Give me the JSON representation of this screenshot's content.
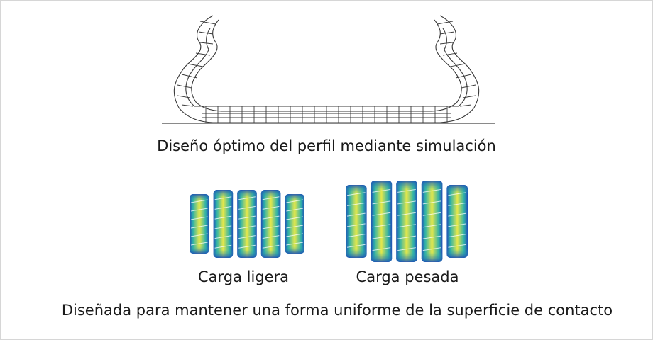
{
  "profile": {
    "caption": "Diseño óptimo del perfil mediante simulación"
  },
  "footprints": {
    "light_label": "Carga ligera",
    "heavy_label": "Carga pesada",
    "caption": "Diseñada para mantener una forma uniforme de la superficie de contacto"
  },
  "colors": {
    "mesh": "#3a3a3a",
    "ground": "#8a8a8a",
    "pressure_low": "#1f4fb5",
    "pressure_mid": "#2fb2a8",
    "pressure_high": "#e6e84a"
  }
}
